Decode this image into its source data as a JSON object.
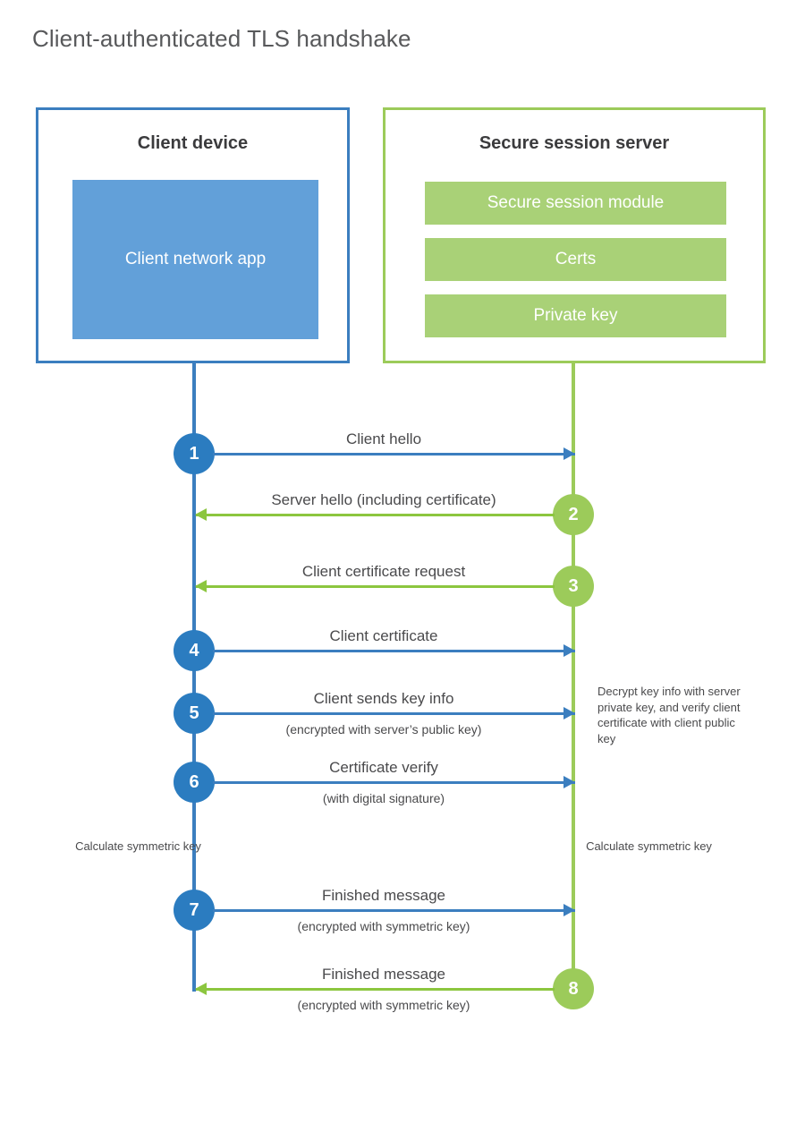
{
  "title": "Client-authenticated TLS handshake",
  "colors": {
    "client_blue_border": "#3b7ebf",
    "client_app_fill": "#62a0d9",
    "server_green_border": "#9ccb5a",
    "server_bar_fill": "#a9d177",
    "step_blue": "#2b7cc0",
    "step_green": "#9ccb5a",
    "arrow_blue": "#3b7ebf",
    "arrow_green": "#8cc63f",
    "text_dark": "#4a4a4c",
    "title_gray": "#58595b"
  },
  "client": {
    "title": "Client device",
    "app_label": "Client network app"
  },
  "server": {
    "title": "Secure session server",
    "bars": [
      {
        "label": "Secure session module"
      },
      {
        "label": "Certs"
      },
      {
        "label": "Private key"
      }
    ]
  },
  "steps": [
    {
      "number": "1",
      "label": "Client hello",
      "sub": "",
      "direction": "right",
      "color": "blue"
    },
    {
      "number": "2",
      "label": "Server hello (including certificate)",
      "sub": "",
      "direction": "left",
      "color": "green"
    },
    {
      "number": "3",
      "label": "Client certificate request",
      "sub": "",
      "direction": "left",
      "color": "green"
    },
    {
      "number": "4",
      "label": "Client certificate",
      "sub": "",
      "direction": "right",
      "color": "blue"
    },
    {
      "number": "5",
      "label": "Client sends key info",
      "sub": "(encrypted with server’s public key)",
      "direction": "right",
      "color": "blue"
    },
    {
      "number": "6",
      "label": "Certificate verify",
      "sub": "(with digital signature)",
      "direction": "right",
      "color": "blue"
    },
    {
      "number": "7",
      "label": "Finished message",
      "sub": "(encrypted with symmetric key)",
      "direction": "right",
      "color": "blue"
    },
    {
      "number": "8",
      "label": "Finished message",
      "sub": "(encrypted with symmetric key)",
      "direction": "left",
      "color": "green"
    }
  ],
  "notes": {
    "server_decrypt": "Decrypt key info with server private key, and verify client certificate with client public key",
    "client_calculate": "Calculate symmetric key",
    "server_calculate": "Calculate symmetric key"
  }
}
